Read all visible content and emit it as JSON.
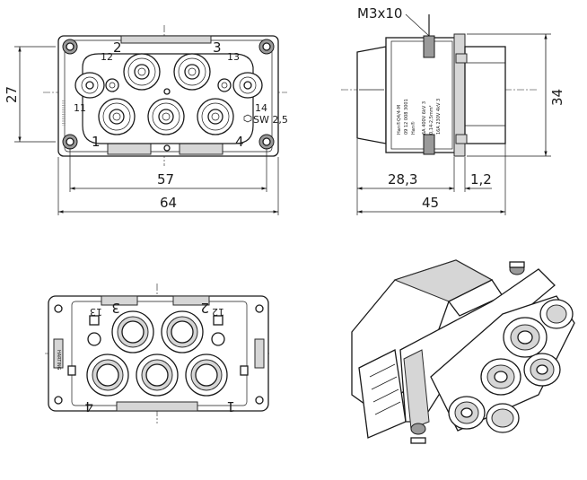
{
  "front_view": {
    "pin_labels": [
      "2",
      "3",
      "12",
      "13",
      "11",
      "14",
      "1",
      "4"
    ],
    "wrench_label": "SW 2,5"
  },
  "side_view": {
    "screw_label": "M3x10",
    "housing_text": [
      "Han®Q4/4-M",
      "09 12 008 3001",
      "Han®",
      "6A 400V 6kV 3",
      "0,14-2,5mm²",
      "16A 230V 4kV 3"
    ]
  },
  "bottom_view": {
    "pin_labels": [
      "3",
      "2",
      "13",
      "12",
      "4",
      "1"
    ],
    "side_text": "HARTING"
  },
  "dimensions": {
    "height_front": "27",
    "width_inner": "57",
    "width_outer": "64",
    "height_side": "34",
    "depth_a": "28,3",
    "depth_b": "1,2",
    "depth_total": "45"
  }
}
